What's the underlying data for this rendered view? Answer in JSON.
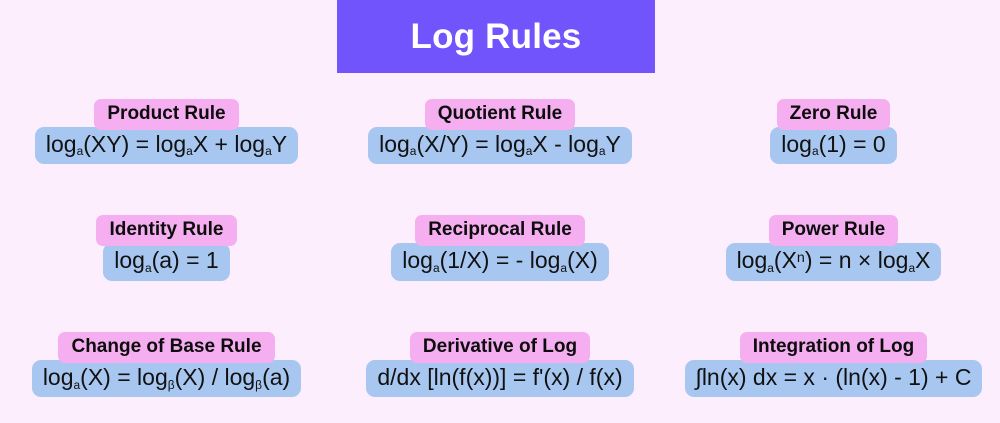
{
  "header": {
    "title": "Log Rules",
    "background_color": "#7254FC",
    "text_color": "#FFFFFF"
  },
  "page": {
    "background_color": "#FDEEFD",
    "label_color": "#F5AEF0",
    "formula_color": "#A8C7F0",
    "text_color": "#0D0D0D"
  },
  "rules": [
    {
      "label": "Product Rule",
      "formula_html": "log<sub>a</sub>(XY) = log<sub>a</sub>X + log<sub>a</sub>Y",
      "formula_text": "log_a(XY) = log_aX + log_aY"
    },
    {
      "label": "Quotient Rule",
      "formula_html": "log<sub>a</sub>(X/Y) = log<sub>a</sub>X - log<sub>a</sub>Y",
      "formula_text": "log_a(X/Y) = log_aX - log_aY"
    },
    {
      "label": "Zero Rule",
      "formula_html": "log<sub>a</sub>(1) = 0",
      "formula_text": "log_a(1) = 0"
    },
    {
      "label": "Identity Rule",
      "formula_html": "log<sub>a</sub>(a) = 1",
      "formula_text": "log_a(a) = 1"
    },
    {
      "label": "Reciprocal Rule",
      "formula_html": "log<sub>a</sub>(1/X) = - log<sub>a</sub>(X)",
      "formula_text": "log_a(1/X) = - log_a(X)"
    },
    {
      "label": "Power Rule",
      "formula_html": "log<sub>a</sub>(X<sup>n</sup>) = n × log<sub>a</sub>X",
      "formula_text": "log_a(X^n) = n × log_aX"
    },
    {
      "label": "Change of Base Rule",
      "formula_html": "log<sub>a</sub>(X) = log<sub>β</sub>(X) / log<sub>β</sub>(a)",
      "formula_text": "log_a(X) = log_β(X) / log_β(a)"
    },
    {
      "label": "Derivative of Log",
      "formula_html": "d/dx [ln(f(x))] = f'(x) / f(x)",
      "formula_text": "d/dx [ln(f(x))] = f'(x) / f(x)"
    },
    {
      "label": "Integration of Log",
      "formula_html": "∫ln(x) dx = x · (ln(x) - 1) + C",
      "formula_text": "∫ln(x) dx = x · (ln(x) - 1) + C"
    }
  ]
}
